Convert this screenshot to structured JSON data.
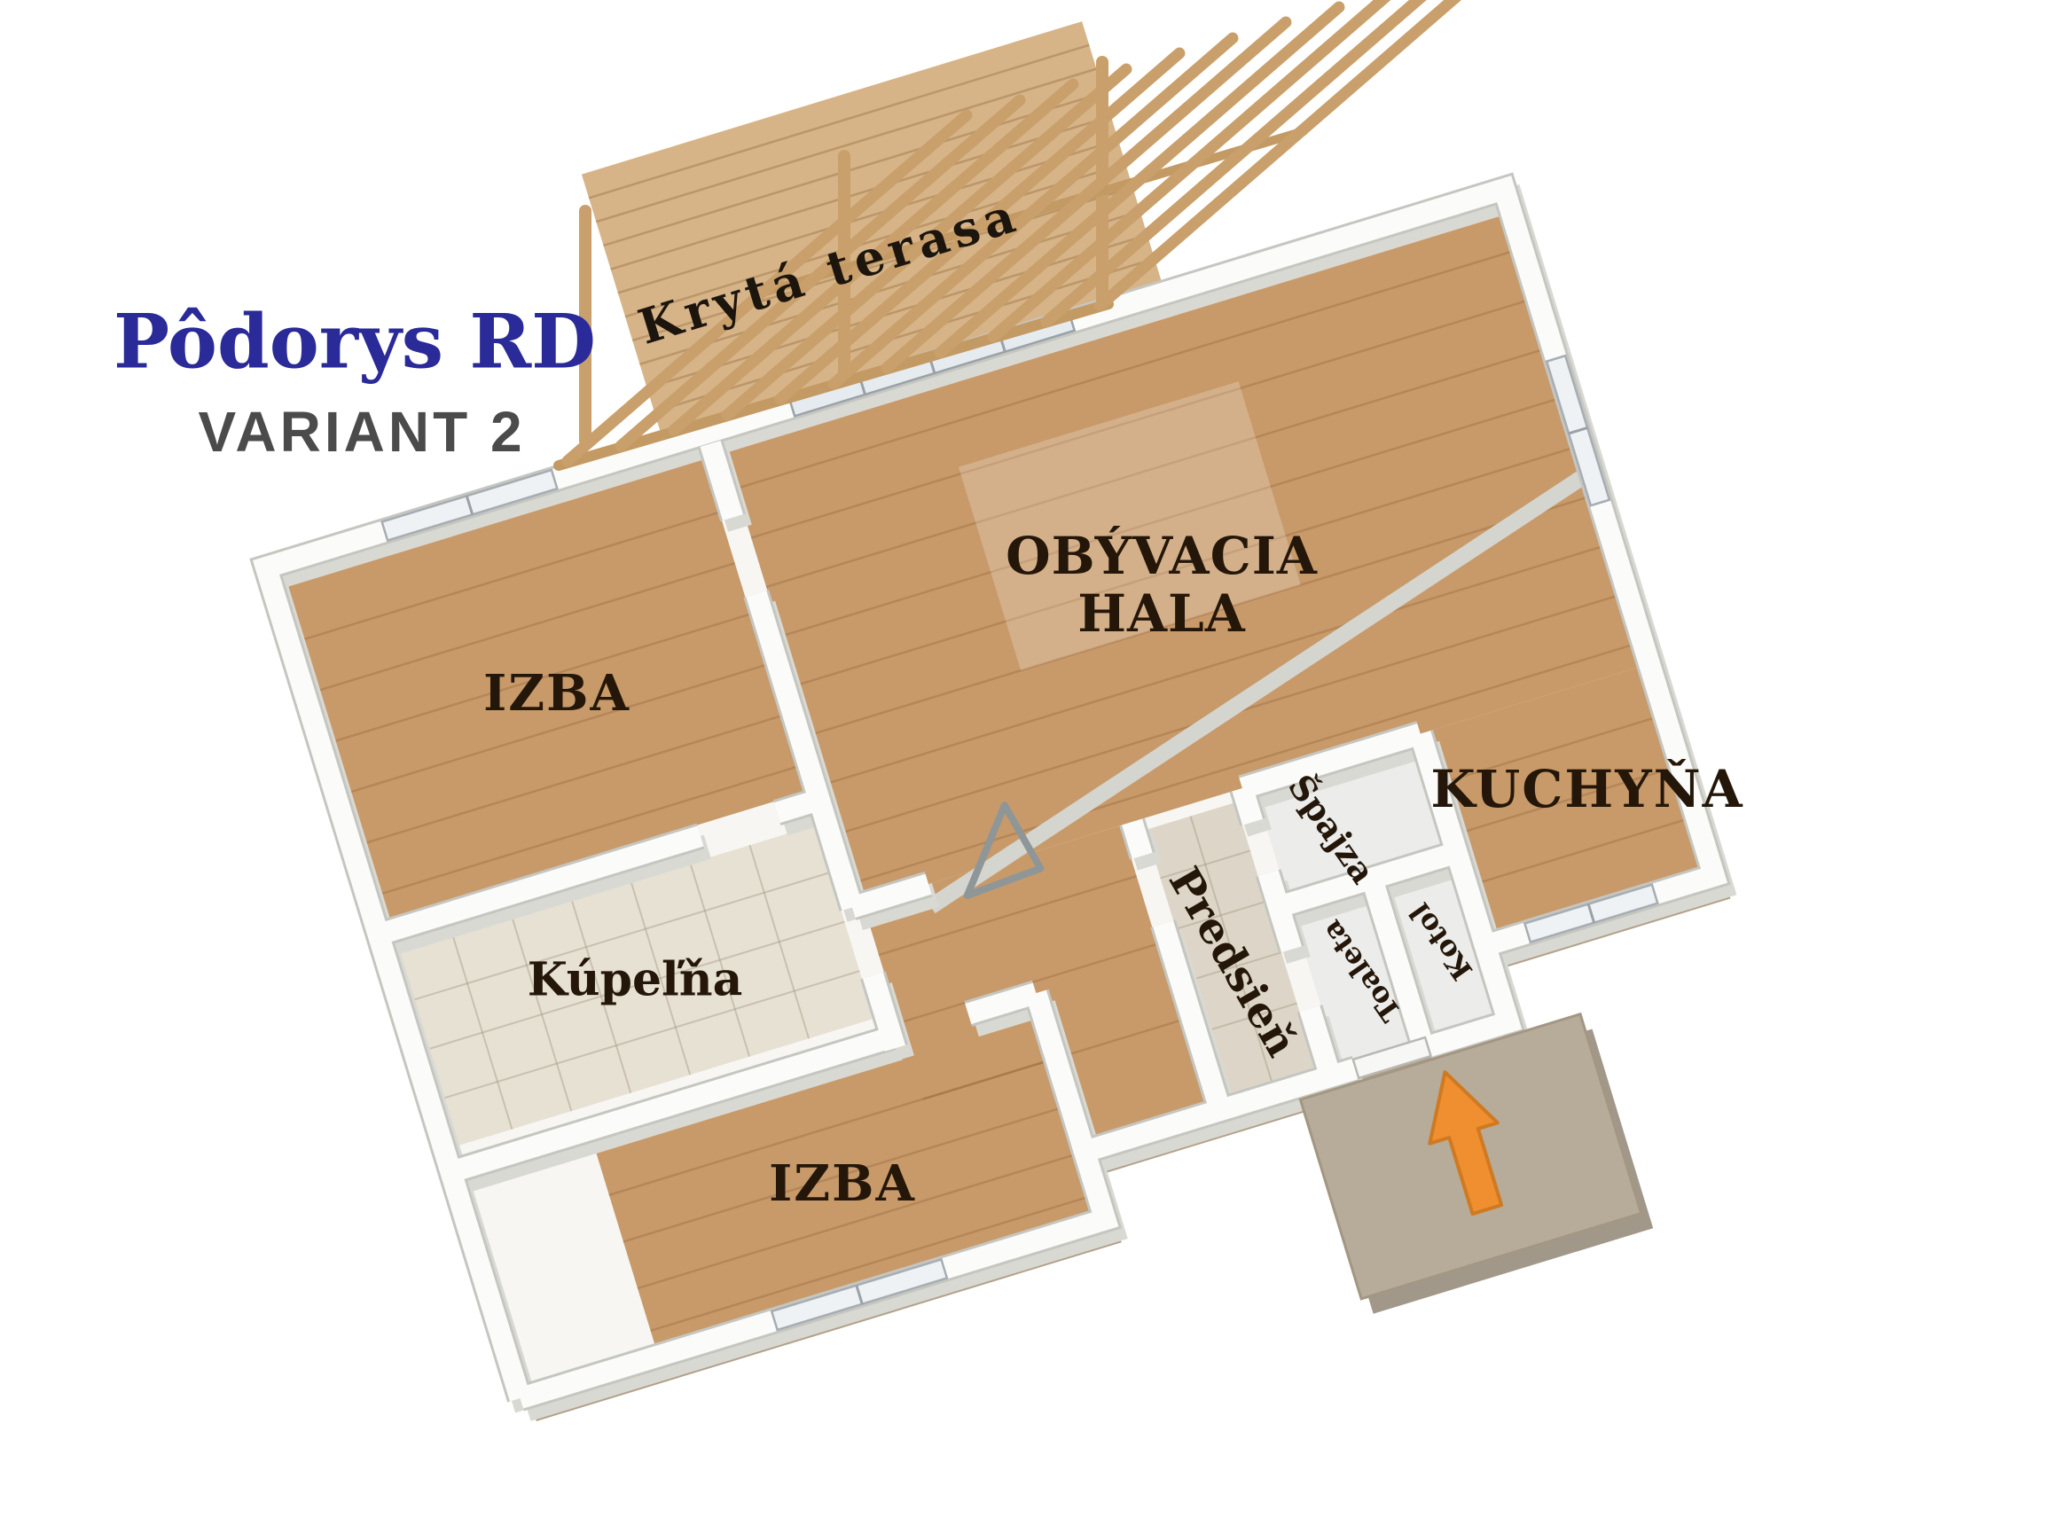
{
  "title": {
    "main": "Pôdorys RD",
    "variant": "VARIANT 2"
  },
  "rooms": {
    "terasa": {
      "label": "Krytá terasa"
    },
    "obyvacia_hala": {
      "label_line1": "OBÝVACIA",
      "label_line2": "HALA"
    },
    "izba_top": {
      "label": "IZBA"
    },
    "kupelna": {
      "label": "Kúpeľňa"
    },
    "izba_bottom": {
      "label": "IZBA"
    },
    "kuchyna": {
      "label": "KUCHYŇA"
    },
    "predsien": {
      "label": "Predsieň"
    },
    "spajza": {
      "label": "Špajza"
    },
    "toaleta": {
      "label": "Toaleta"
    },
    "kotol": {
      "label": "Kotol"
    }
  },
  "icons": {
    "entrance_arrow": "entrance-direction-arrow",
    "door_swing_marker": "door-swing-triangle"
  },
  "colors": {
    "background": "#ffffff",
    "title-blue": "#2a2a99",
    "variant-gray": "#4b4b4b",
    "label-dark": "#241709",
    "wood-floor": "#c89a6a",
    "wood-deck": "#d6b488",
    "wood-pergola": "#c9a06b",
    "tile-light": "#e7e1d4",
    "tile-hall": "#ddd6c8",
    "wall-white": "#fbfbf9",
    "wall-shadow": "#d9d9d4",
    "foundation": "#b2a28c",
    "step-gray": "#b7ab99",
    "arrow-orange": "#ef8f2f",
    "stripe-gray": "#d5d5d0"
  }
}
